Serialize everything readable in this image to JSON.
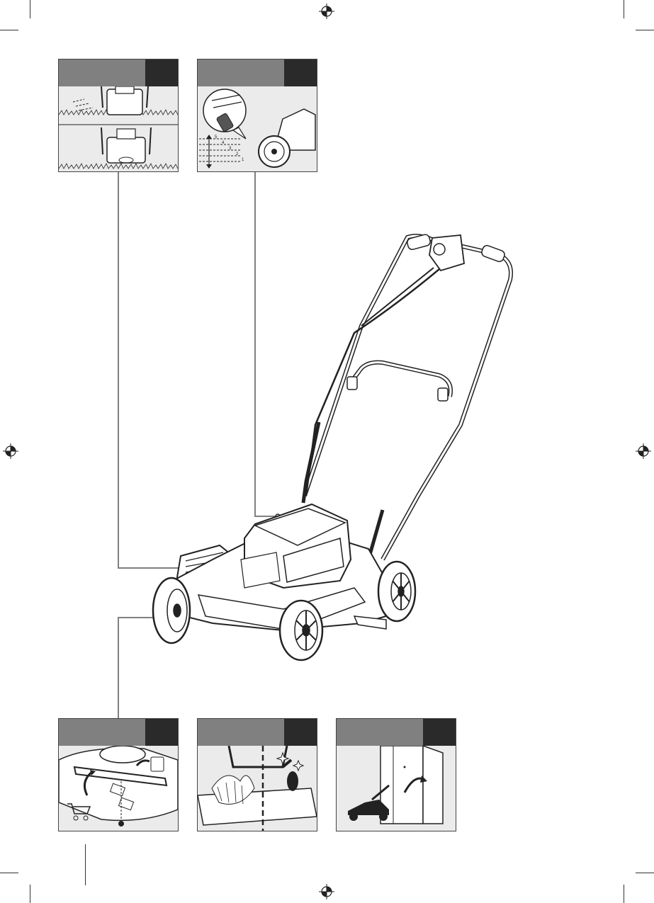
{
  "panels": [
    {
      "id": "mowing-pattern",
      "label": "",
      "number": "",
      "icon": "mower-overlap-icon"
    },
    {
      "id": "cutting-height",
      "label": "",
      "number": "",
      "icon": "height-lever-icon"
    },
    {
      "id": "blade-replacement",
      "label": "",
      "number": "",
      "icon": "blade-icon"
    },
    {
      "id": "cleaning",
      "label": "",
      "number": "",
      "icon": "brush-icon"
    },
    {
      "id": "storage",
      "label": "",
      "number": "",
      "icon": "storage-cabinet-icon"
    }
  ],
  "height_scale": {
    "marks": [
      "5",
      "4",
      "3",
      "2",
      "1"
    ]
  },
  "page_number": "",
  "colors": {
    "header_gray": "#808080",
    "header_dark": "#2a2a2a",
    "panel_bg": "#ebebeb",
    "line": "#222222"
  }
}
